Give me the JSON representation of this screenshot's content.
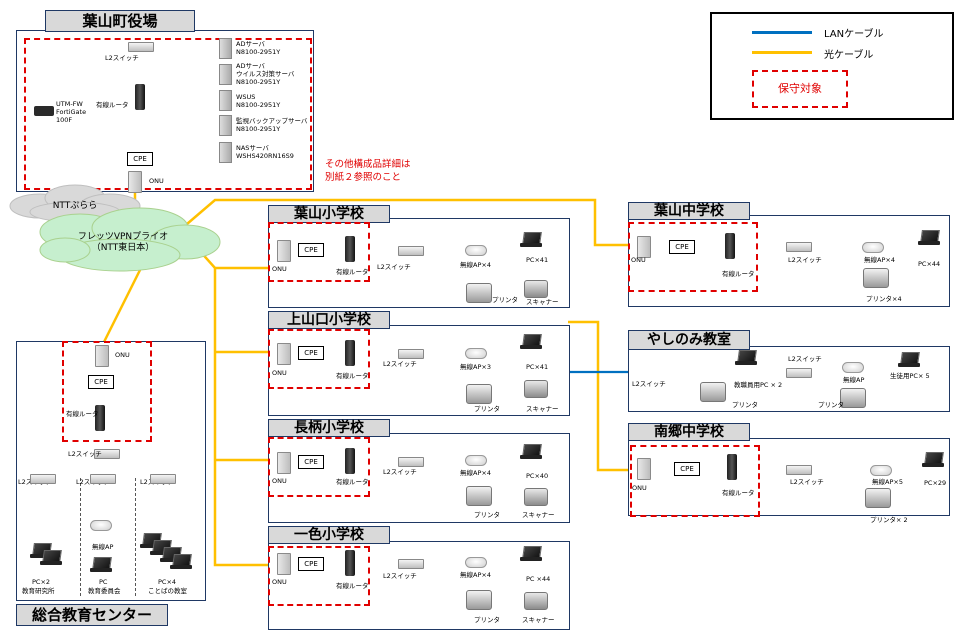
{
  "colors": {
    "lan": "#0070c0",
    "optical": "#ffc000",
    "maintenance": "#e00000",
    "cloud": "#c6efce",
    "cloud2": "#d9d9d9"
  },
  "legend": {
    "lan": "LANケーブル",
    "optical": "光ケーブル",
    "maintenance": "保守対象"
  },
  "note": "その他構成品詳細は\n別紙２参照のこと",
  "clouds": {
    "ntt": "NTTぷらら",
    "vpn": "フレッツVPNプライオ\n（NTT東日本）"
  },
  "town_hall": {
    "title": "葉山町役場",
    "l2": "L2スイッチ",
    "fw": "UTM-FW\nFortiGate\n100F",
    "router": "有線ルータ",
    "cpe": "CPE",
    "onu": "ONU",
    "servers": [
      "ADサーバ\nN8100-2951Y",
      "ADサーバ\nウイルス対策サーバ\nN8100-2951Y",
      "WSUS\nN8100-2951Y",
      "監視バックアップサーバ\nN8100-2951Y",
      "NASサーバ\nWSHS420RN16S9"
    ]
  },
  "center": {
    "title": "総合教育センター",
    "onu": "ONU",
    "cpe": "CPE",
    "router": "有線ルータ",
    "l2": "L2スイッチ",
    "groups": [
      {
        "switch": "L2スイッチ",
        "pc": "PC×2",
        "place": "教育研究所"
      },
      {
        "switch": "L2スイッチ",
        "ap": "無線AP",
        "pc": "PC",
        "place": "教育委員会"
      },
      {
        "switch": "L2スイッチ",
        "pc": "PC×4",
        "place": "ことばの教室"
      }
    ]
  },
  "schools": [
    {
      "name": "葉山小学校",
      "onu": "ONU",
      "cpe": "CPE",
      "router": "有線ルータ",
      "l2": "L2スイッチ",
      "ap": "無線AP×4",
      "pc": "PC×41",
      "printer": "プリンタ",
      "scanner": "スキャナー"
    },
    {
      "name": "上山口小学校",
      "onu": "ONU",
      "cpe": "CPE",
      "router": "有線ルータ",
      "l2": "L2スイッチ",
      "ap": "無線AP×3",
      "pc": "PC×41",
      "printer": "プリンタ",
      "scanner": "スキャナー"
    },
    {
      "name": "長柄小学校",
      "onu": "ONU",
      "cpe": "CPE",
      "router": "有線ルータ",
      "l2": "L2スイッチ",
      "ap": "無線AP×4",
      "pc": "PC×40",
      "printer": "プリンタ",
      "scanner": "スキャナー"
    },
    {
      "name": "一色小学校",
      "onu": "ONU",
      "cpe": "CPE",
      "router": "有線ルータ",
      "l2": "L2スイッチ",
      "ap": "無線AP×4",
      "pc": "PC ×44",
      "printer": "プリンタ",
      "scanner": "スキャナー"
    },
    {
      "name": "葉山中学校",
      "onu": "ONU",
      "cpe": "CPE",
      "router": "有線ルータ",
      "l2": "L2スイッチ",
      "ap": "無線AP×4",
      "pc": "PC×44",
      "printer": "プリンタ×4"
    },
    {
      "name": "南郷中学校",
      "onu": "ONU",
      "cpe": "CPE",
      "router": "有線ルータ",
      "l2": "L2スイッチ",
      "ap": "無線AP×5",
      "pc": "PC×29",
      "printer": "プリンタ× 2"
    }
  ],
  "yashinomi": {
    "name": "やしのみ教室",
    "l2a": "L2スイッチ",
    "l2b": "L2スイッチ",
    "teacher_pc": "教職員用PC × 2",
    "printer": "プリンタ",
    "printer2": "プリンタ",
    "ap": "無線AP",
    "student_pc": "生徒用PC× 5"
  }
}
